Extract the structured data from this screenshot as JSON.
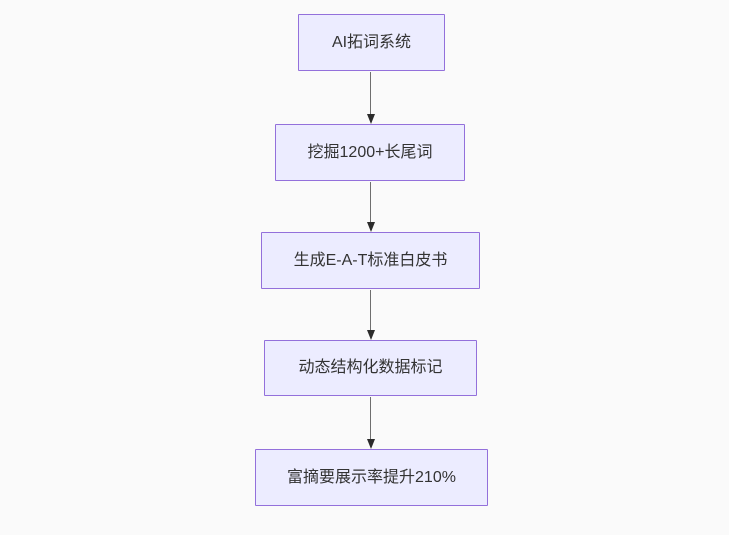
{
  "diagram": {
    "type": "flowchart",
    "direction": "top-down",
    "nodes": [
      {
        "label": "AI拓词系统"
      },
      {
        "label": "挖掘1200+长尾词"
      },
      {
        "label": "生成E-A-T标准白皮书"
      },
      {
        "label": "动态结构化数据标记"
      },
      {
        "label": "富摘要展示率提升210%"
      }
    ],
    "edges": [
      {
        "from": 0,
        "to": 1
      },
      {
        "from": 1,
        "to": 2
      },
      {
        "from": 2,
        "to": 3
      },
      {
        "from": 3,
        "to": 4
      }
    ],
    "colors": {
      "node_fill": "#ECECFF",
      "node_border": "#9370DB",
      "node_text": "#333333",
      "edge_line": "#6e6e6e",
      "arrowhead": "#2b2b2b",
      "background": "#FAFAFA"
    }
  }
}
